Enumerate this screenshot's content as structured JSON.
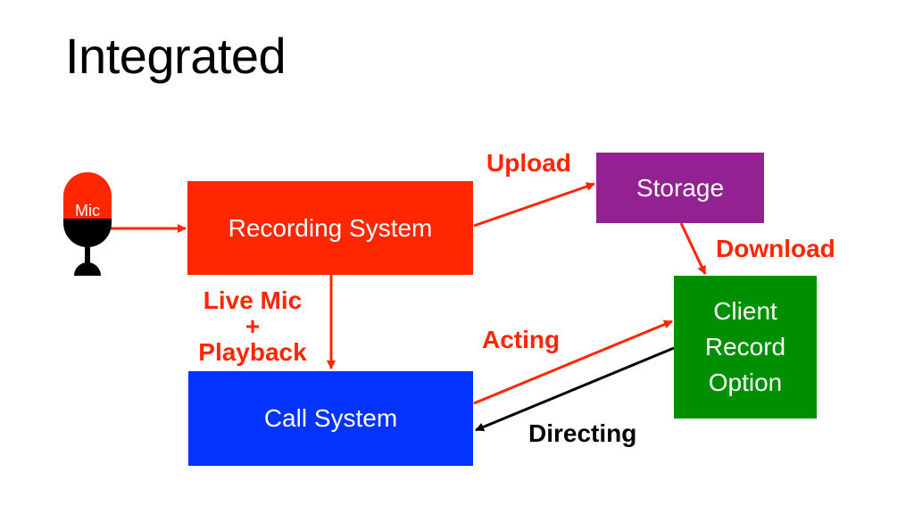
{
  "title": "Integrated",
  "nodes": {
    "mic": {
      "label": "Mic",
      "color": "#ff2600"
    },
    "recording_system": {
      "label": "Recording System",
      "color": "#ff2600"
    },
    "storage": {
      "label": "Storage",
      "color": "#942192"
    },
    "client_record_option": {
      "label": "Client Record Option",
      "color": "#008f00"
    },
    "call_system": {
      "label": "Call System",
      "color": "#0433ff"
    }
  },
  "edges": {
    "mic_to_recording": {
      "label": ""
    },
    "upload": {
      "label": "Upload"
    },
    "download": {
      "label": "Download"
    },
    "live_mic": {
      "label_line1": "Live Mic",
      "label_line2": "+",
      "label_line3": "Playback"
    },
    "acting": {
      "label": "Acting"
    },
    "directing": {
      "label": "Directing"
    }
  },
  "colors": {
    "accent_red": "#ff2600",
    "directing_arrow": "#000000"
  }
}
